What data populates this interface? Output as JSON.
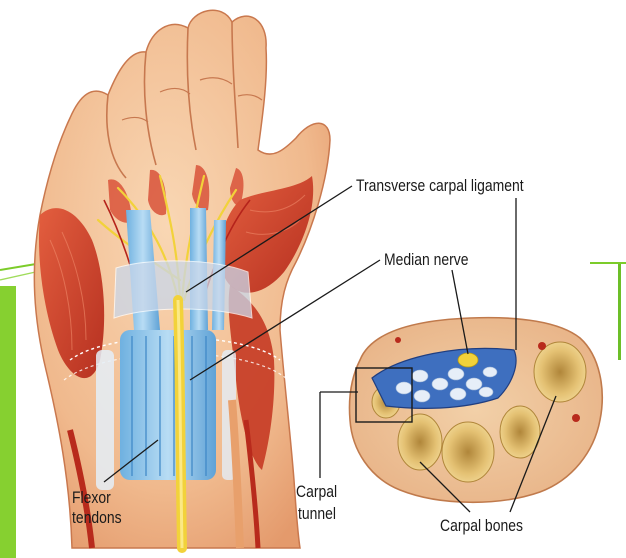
{
  "labels": {
    "transverse_carpal_ligament": "Transverse carpal ligament",
    "median_nerve": "Median nerve",
    "flexor_tendons_line1": "Flexor",
    "flexor_tendons_line2": "tendons",
    "carpal_tunnel_line1": "Carpal",
    "carpal_tunnel_line2": "tunnel",
    "carpal_bones": "Carpal bones"
  },
  "colors": {
    "skin": "#f3c59c",
    "muscle": "#cf3a24",
    "ligament": "#4a78c4",
    "nerve": "#f2d23a",
    "tendon": "#8cc4ea",
    "bone": "#e8c770",
    "accent_green": "#7ccc2a"
  }
}
